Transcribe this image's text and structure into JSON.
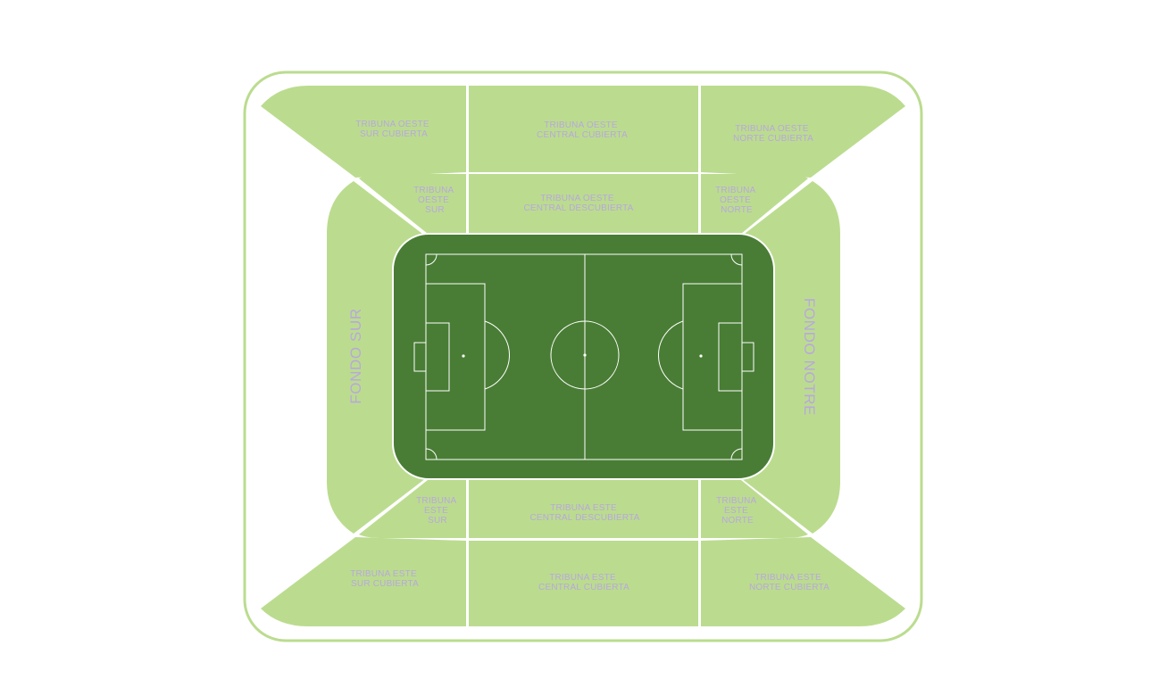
{
  "colors": {
    "stand": "#bbdc8f",
    "pitch": "#497d35",
    "lines": "#ffffff",
    "label": "#b9a7dd",
    "background": "#ffffff"
  },
  "sectors": {
    "oeste_sur_cubierta": [
      "TRIBUNA OESTE",
      "SUR CUBIERTA"
    ],
    "oeste_central_cubierta": [
      "TRIBUNA OESTE",
      "CENTRAL CUBIERTA"
    ],
    "oeste_norte_cubierta": [
      "TRIBUNA OESTE",
      "NORTE CUBIERTA"
    ],
    "oeste_sur": [
      "TRIBUNA",
      "OESTE",
      "SUR"
    ],
    "oeste_central_descubierta": [
      "TRIBUNA OESTE",
      "CENTRAL DESCUBIERTA"
    ],
    "oeste_norte": [
      "TRIBUNA",
      "OESTE",
      "NORTE"
    ],
    "fondo_sur": [
      "FONDO SUR"
    ],
    "fondo_norte": [
      "FONDO NOTRE"
    ],
    "este_sur": [
      "TRIBUNA",
      "ESTE",
      "SUR"
    ],
    "este_central_descubierta": [
      "TRIBUNA ESTE",
      "CENTRAL DESCUBIERTA"
    ],
    "este_norte": [
      "TRIBUNA",
      "ESTE",
      "NORTE"
    ],
    "este_sur_cubierta": [
      "TRIBUNA ESTE",
      "SUR CUBIERTA"
    ],
    "este_central_cubierta": [
      "TRIBUNA ESTE",
      "CENTRAL CUBIERTA"
    ],
    "este_norte_cubierta": [
      "TRIBUNA ESTE",
      "NORTE CUBIERTA"
    ]
  }
}
